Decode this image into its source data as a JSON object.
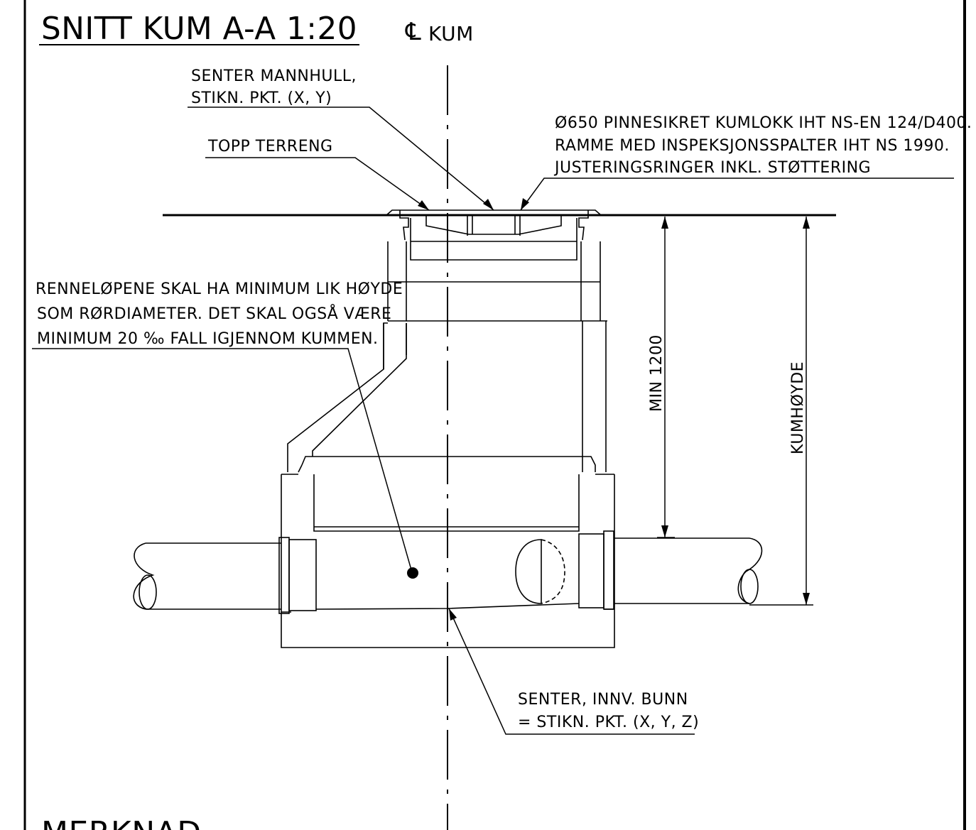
{
  "title": "SNITT KUM A-A 1:20",
  "centerline_label": "KUM",
  "centerline_symbol": "℄",
  "labels": {
    "senter_mannhull": [
      "SENTER MANNHULL,",
      "STIKN. PKT. (X, Y)"
    ],
    "topp_terreng": "TOPP TERRENG",
    "kumlokk": [
      "Ø650 PINNESIKRET KUMLOKK IHT NS-EN 124/D400.",
      "RAMME MED INSPEKSJONSSPALTER IHT NS 1990.",
      "JUSTERINGSRINGER INKL. STØTTERING"
    ],
    "renneløpene": [
      "RENNELØPENE SKAL HA MINIMUM LIK HØYDE",
      "SOM RØRDIAMETER. DET SKAL OGSÅ VÆRE",
      "MINIMUM 20 ‰ FALL IGJENNOM KUMMEN."
    ],
    "senter_bunn": [
      "SENTER, INNV. BUNN",
      "= STIKN. PKT. (X, Y, Z)"
    ]
  },
  "dimensions": {
    "min_height": "MIN 1200",
    "kumhoyde": "KUMHØYDE"
  },
  "footer_heading": "MERKNAD"
}
